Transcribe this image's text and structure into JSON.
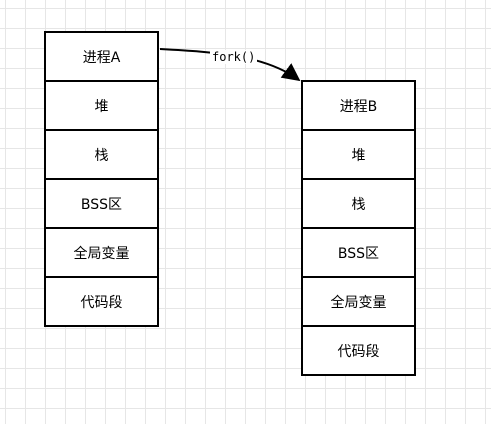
{
  "process_a": {
    "segments": [
      "进程A",
      "堆",
      "栈",
      "BSS区",
      "全局变量",
      "代码段"
    ]
  },
  "process_b": {
    "segments": [
      "进程B",
      "堆",
      "栈",
      "BSS区",
      "全局变量",
      "代码段"
    ]
  },
  "arrow": {
    "label": "fork()"
  }
}
